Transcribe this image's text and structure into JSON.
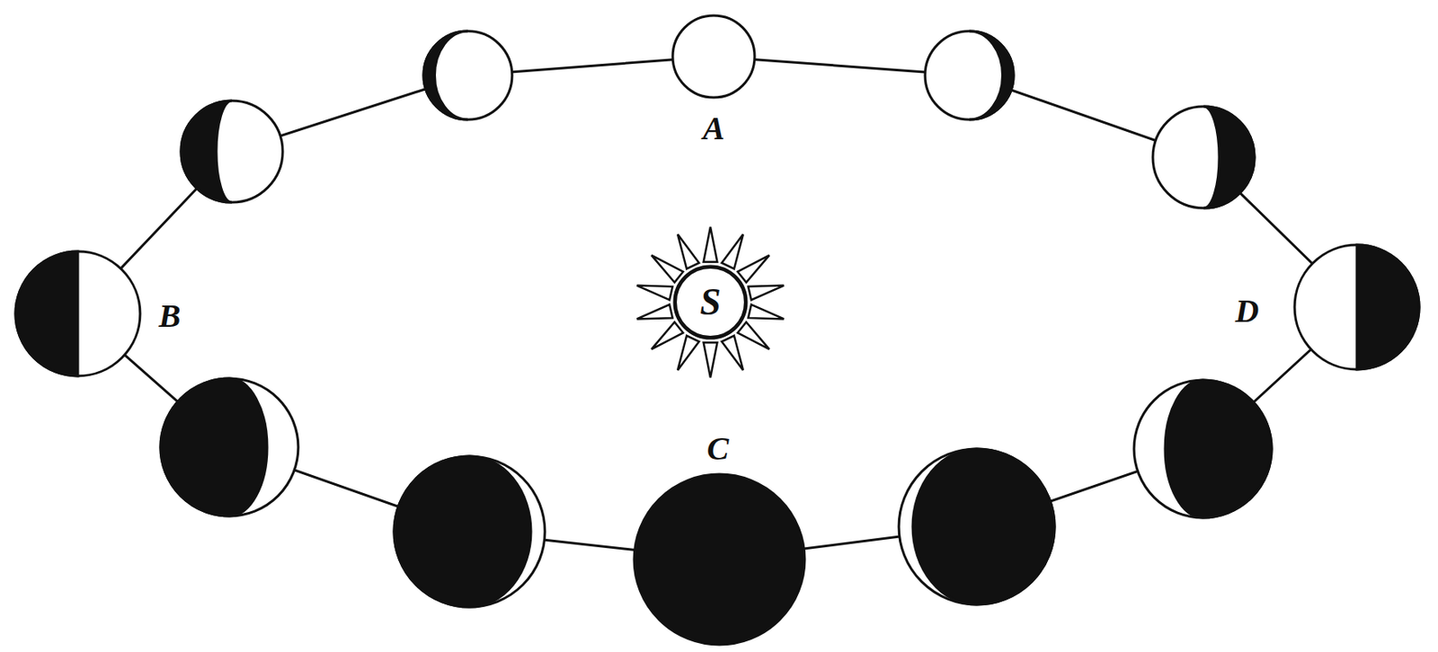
{
  "diagram": {
    "nodes": [
      {
        "text": [
          "S"
        ]
      }
    ],
    "labels": [
      "A",
      "B",
      "D",
      "C"
    ]
  }
}
